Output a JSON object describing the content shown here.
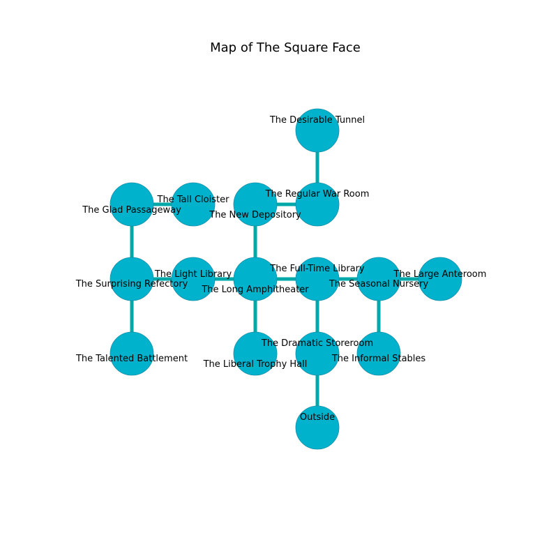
{
  "title": "Map of The Square Face",
  "colors": {
    "node_fill": "#00b2cc",
    "node_stroke": "#1a8fa8",
    "edge": "#00a8a8",
    "text": "#000000",
    "background": "#ffffff"
  },
  "rooms": [
    {
      "id": "desirable-tunnel",
      "name": "The Desirable Tunnel"
    },
    {
      "id": "regular-war-room",
      "name": "The Regular War Room"
    },
    {
      "id": "new-depository",
      "name": "The New Depository"
    },
    {
      "id": "tall-cloister",
      "name": "The Tall Cloister"
    },
    {
      "id": "glad-passageway",
      "name": "The Glad Passageway"
    },
    {
      "id": "surprising-refectory",
      "name": "The Surprising Refectory"
    },
    {
      "id": "light-library",
      "name": "The Light Library"
    },
    {
      "id": "long-amphitheater",
      "name": "The Long Amphitheater"
    },
    {
      "id": "full-time-library",
      "name": "The Full-Time Library"
    },
    {
      "id": "seasonal-nursery",
      "name": "The Seasonal Nursery"
    },
    {
      "id": "large-anteroom",
      "name": "The Large Anteroom"
    },
    {
      "id": "talented-battlement",
      "name": "The Talented Battlement"
    },
    {
      "id": "liberal-trophy-hall",
      "name": "The Liberal Trophy Hall"
    },
    {
      "id": "dramatic-storeroom",
      "name": "The Dramatic Storeroom"
    },
    {
      "id": "informal-stables",
      "name": "The Informal Stables"
    },
    {
      "id": "outside",
      "name": "Outside"
    }
  ],
  "connections": [
    [
      "desirable-tunnel",
      "regular-war-room"
    ],
    [
      "regular-war-room",
      "new-depository"
    ],
    [
      "new-depository",
      "long-amphitheater"
    ],
    [
      "glad-passageway",
      "tall-cloister"
    ],
    [
      "glad-passageway",
      "surprising-refectory"
    ],
    [
      "surprising-refectory",
      "light-library"
    ],
    [
      "surprising-refectory",
      "talented-battlement"
    ],
    [
      "light-library",
      "long-amphitheater"
    ],
    [
      "long-amphitheater",
      "full-time-library"
    ],
    [
      "long-amphitheater",
      "liberal-trophy-hall"
    ],
    [
      "full-time-library",
      "seasonal-nursery"
    ],
    [
      "full-time-library",
      "dramatic-storeroom"
    ],
    [
      "seasonal-nursery",
      "large-anteroom"
    ],
    [
      "seasonal-nursery",
      "informal-stables"
    ],
    [
      "dramatic-storeroom",
      "outside"
    ]
  ]
}
